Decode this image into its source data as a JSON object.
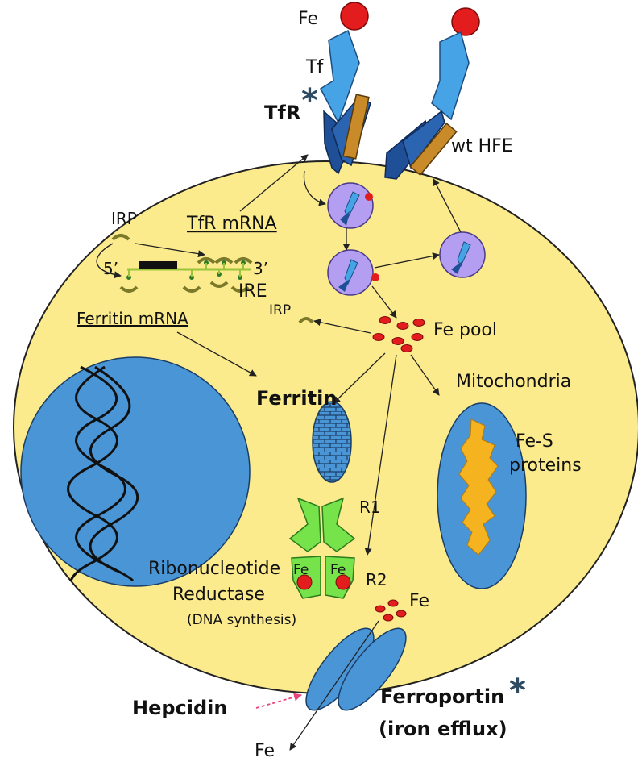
{
  "labels": {
    "fe_top": "Fe",
    "tf": "Tf",
    "tfr": "TfR",
    "asterisk": "*",
    "wt_hfe": "wt HFE",
    "irp_top": "IRP",
    "tfr_mrna": "TfR mRNA",
    "five_prime": "5’",
    "three_prime": "3’",
    "ire": "IRE",
    "irp_mid": "IRP",
    "ferritin_mrna": "Ferritin mRNA",
    "fe_pool": "Fe pool",
    "mitochondria": "Mitochondria",
    "ferritin": "Ferritin",
    "fes_line1": "Fe-S",
    "fes_line2": "proteins",
    "r1": "R1",
    "r2": "R2",
    "fe_r_left": "Fe",
    "fe_r_right": "Fe",
    "rnr_line1": "Ribonucleotide",
    "rnr_line2": "Reductase",
    "rnr_line3": "(DNA synthesis)",
    "fe_export": "Fe",
    "hepcidin": "Hepcidin",
    "ferroportin": "Ferroportin",
    "ferroportin_asterisk": "*",
    "iron_efflux": "(iron efflux)",
    "fe_bottom": "Fe"
  },
  "colors": {
    "cell": "#fbeb8c",
    "cell_stroke": "#222222",
    "nucleus": "#4a95d6",
    "transferrin": "#45a3e6",
    "receptor": "#1f4f96",
    "hfe": "#c98a2a",
    "iron": "#e31d1d",
    "endosome": "#b39ef2",
    "ferritin_mrna_loop": "#7a7a2a",
    "ire_line": "#9bc43a",
    "rnr": "#76e34b",
    "mito_inner": "#f6b320",
    "hepcidin_arrow": "#e8457a",
    "asterisk": "#2d4a63"
  }
}
